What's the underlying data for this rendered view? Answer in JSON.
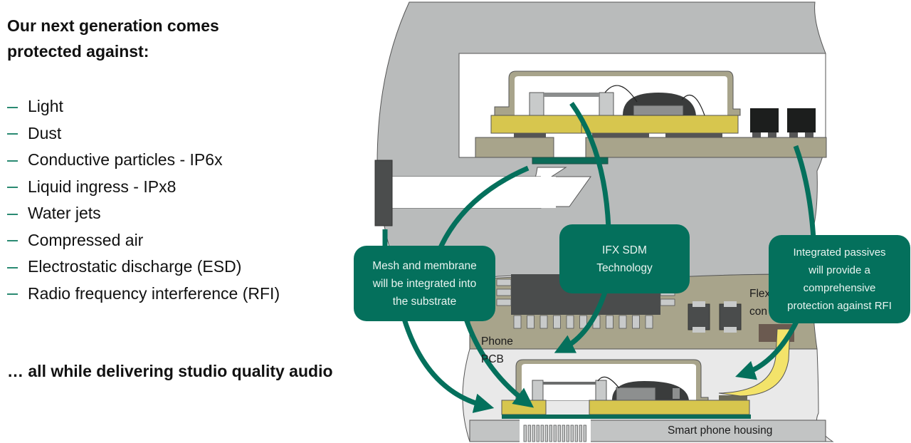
{
  "left_panel": {
    "heading": "Our next generation comes\nprotected against:",
    "heading_lines": [
      "Our next generation comes",
      "protected against:"
    ],
    "bullet_marker_color": "#2a8a72",
    "bullets": [
      "Light",
      "Dust",
      "Conductive particles - IP6x",
      "Liquid ingress - IPx8",
      "Water jets",
      "Compressed air",
      "Electrostatic discharge (ESD)",
      "Radio frequency interference (RFI)"
    ],
    "footer": "… all while delivering studio quality audio"
  },
  "diagram": {
    "callouts": [
      {
        "id": "mesh",
        "text": "Mesh and membrane\nwill be integrated into\nthe substrate"
      },
      {
        "id": "sdm",
        "text": "IFX SDM\nTechnology"
      },
      {
        "id": "passives",
        "text": "Integrated passives\nwill provide a\ncomprehensive\nprotection against RFI"
      }
    ],
    "labels": {
      "phone": "Phone",
      "pcb": "PCB",
      "flex_partial_1": "Flex",
      "flex_partial_2": "con",
      "housing": "Smart phone housing"
    },
    "colors": {
      "callout_fill": "#04705c",
      "arrow": "#04705c",
      "housing_gray": "#b9bbbb",
      "substrate_yellow": "#d7c64e",
      "pcb_khaki": "#a8a48b",
      "chip_dark": "#4a4c4c",
      "light_gray_fill": "#e9e9e9"
    }
  }
}
